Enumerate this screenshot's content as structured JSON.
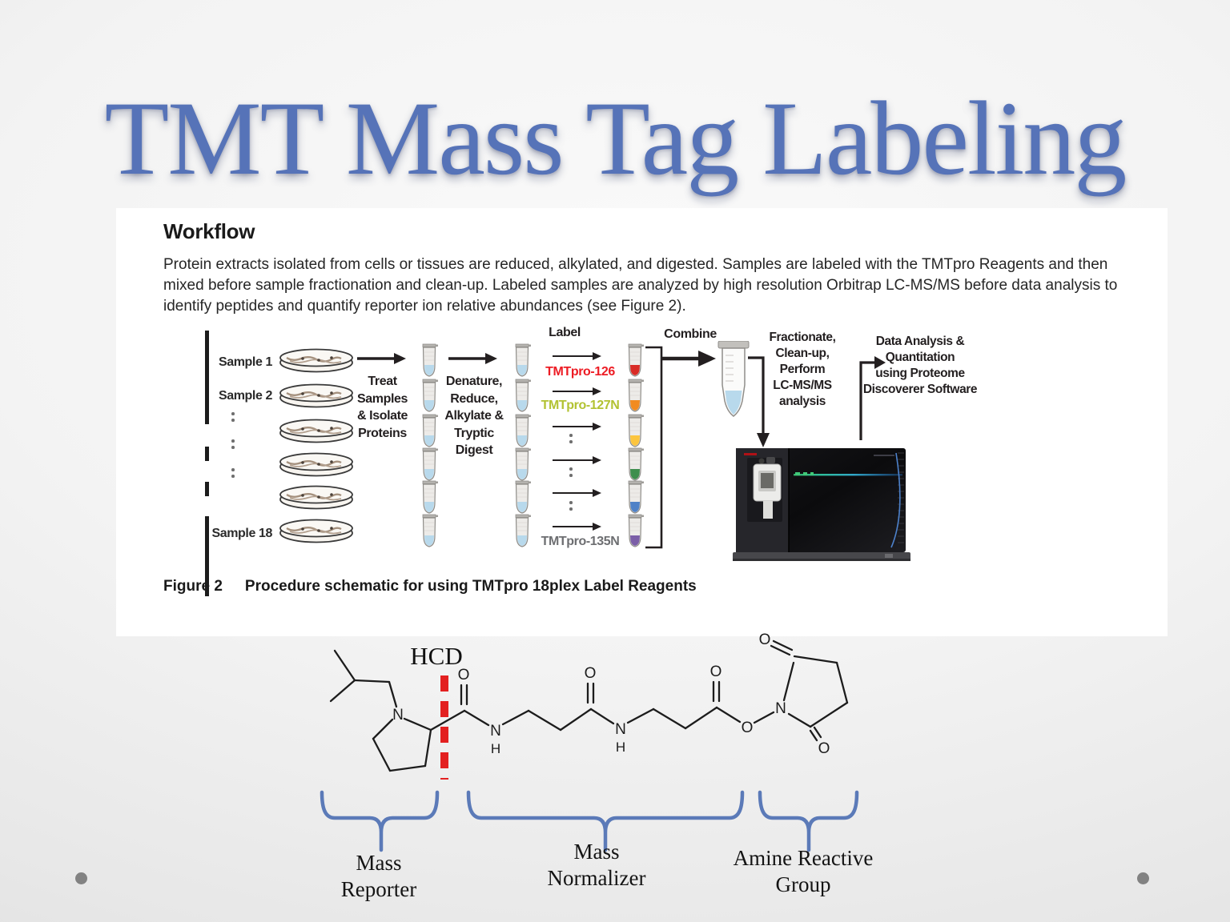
{
  "title": "TMT Mass Tag Labeling",
  "panel": {
    "heading": "Workflow",
    "paragraph": "Protein extracts isolated from cells or tissues are reduced, alkylated, and digested. Samples are labeled with the TMTpro Reagents and then mixed before sample fractionation and clean-up. Labeled samples are analyzed by high resolution Orbitrap LC-MS/MS before data analysis to identify peptides and quantify reporter ion relative abundances (see Figure 2).",
    "figure_caption": {
      "label": "Figure 2",
      "text": "Procedure schematic for using TMTpro 18plex Label Reagents"
    }
  },
  "workflow": {
    "samples": [
      "Sample 1",
      "Sample 2",
      "Sample 18"
    ],
    "step1_lines": [
      "Treat",
      "Samples",
      "& Isolate",
      "Proteins"
    ],
    "step2_lines": [
      "Denature,",
      "Reduce,",
      "Alkylate &",
      "Tryptic",
      "Digest"
    ],
    "label_heading": "Label",
    "reagents": [
      {
        "name": "TMTpro-126",
        "color": "#ed1c24"
      },
      {
        "name": "TMTpro-127N",
        "color": "#b2c232"
      },
      {
        "name": "TMTpro-135N",
        "color": "#6d6e71"
      }
    ],
    "combine_label": "Combine",
    "step3_lines": [
      "Fractionate,",
      "Clean-up,",
      "Perform",
      "LC-MS/MS",
      "analysis"
    ],
    "step4_lines": [
      "Data Analysis &",
      "Quantitation",
      "using Proteome",
      "Discoverer Software"
    ],
    "tube_tip_colors": [
      "#d92b26",
      "#f28b20",
      "#fcc53e",
      "#3f8e4e",
      "#4f81c7",
      "#7b5ea7"
    ],
    "liquid_color": "#b8d9ec"
  },
  "structure": {
    "hcd_label": "HCD",
    "cleavage_color": "#e32020",
    "brace_color": "#5b7ab8",
    "atoms": {
      "n": "N",
      "o": "O",
      "h": "H"
    },
    "groups": [
      {
        "lines": [
          "Mass",
          "Reporter"
        ]
      },
      {
        "lines": [
          "Mass",
          "Normalizer"
        ]
      },
      {
        "lines": [
          "Amine Reactive",
          "Group"
        ]
      }
    ]
  }
}
